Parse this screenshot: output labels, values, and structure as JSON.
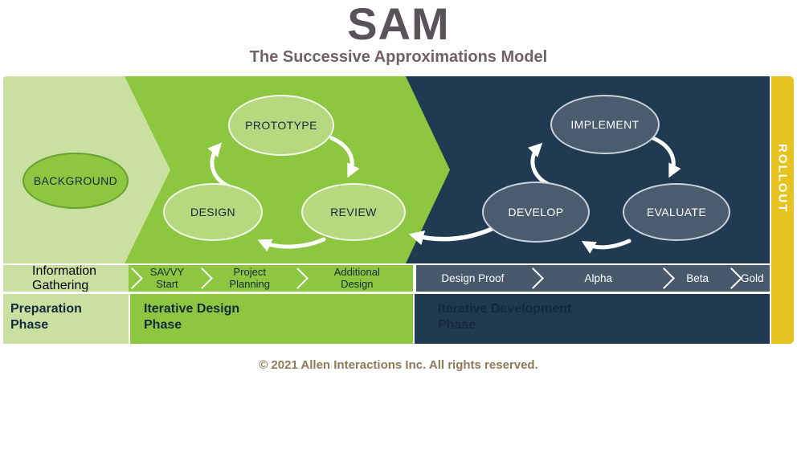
{
  "header": {
    "title": "SAM",
    "subtitle": "The Successive Approximations Model"
  },
  "phases": {
    "preparation": {
      "node": "BACKGROUND",
      "steps": [
        "Information Gathering"
      ],
      "label": "Preparation Phase"
    },
    "design": {
      "nodes": {
        "top": "PROTOTYPE",
        "left": "DESIGN",
        "right": "REVIEW"
      },
      "steps": [
        "SAVVY Start",
        "Project Planning",
        "Additional Design"
      ],
      "label": "Iterative Design Phase"
    },
    "development": {
      "nodes": {
        "top": "IMPLEMENT",
        "left": "DEVELOP",
        "right": "EVALUATE"
      },
      "steps": [
        "Design Proof",
        "Alpha",
        "Beta",
        "Gold"
      ],
      "label": "Iterative Development Phase"
    }
  },
  "rollout_label": "ROLLOUT",
  "footer": "© 2021 Allen Interactions Inc. All rights reserved.",
  "colors": {
    "light_green": "#c9e0a1",
    "green": "#8dc63f",
    "navy": "#203a52",
    "slate": "#48596b",
    "node_light_green": "#b6d87f",
    "node_slate": "#4a5c6e",
    "gold": "#e6c320",
    "title_gray": "#595259",
    "subtitle_gray": "#6f6168",
    "footer_tan": "#8c7a58",
    "dark_text": "#14293d"
  }
}
